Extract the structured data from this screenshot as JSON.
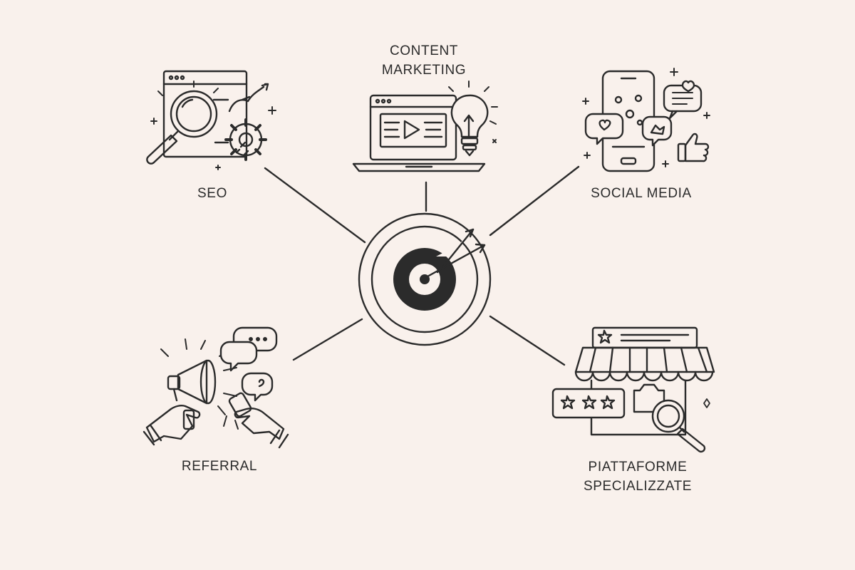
{
  "diagram": {
    "center": {
      "icon": "target-icon"
    },
    "nodes": [
      {
        "id": "content-marketing",
        "label_lines": [
          "CONTENT",
          "MARKETING"
        ],
        "icon": "laptop-lightbulb-icon"
      },
      {
        "id": "seo",
        "label_lines": [
          "SEO"
        ],
        "icon": "magnifier-gear-icon"
      },
      {
        "id": "social-media",
        "label_lines": [
          "SOCIAL MEDIA"
        ],
        "icon": "smartphone-social-icon"
      },
      {
        "id": "referral",
        "label_lines": [
          "REFERRAL"
        ],
        "icon": "megaphone-hands-icon"
      },
      {
        "id": "specialized-platforms",
        "label_lines": [
          "PIATTAFORME",
          "SPECIALIZZATE"
        ],
        "icon": "storefront-reviews-icon"
      }
    ]
  },
  "colors": {
    "background": "#f9f1ec",
    "stroke": "#2b2b2b"
  }
}
